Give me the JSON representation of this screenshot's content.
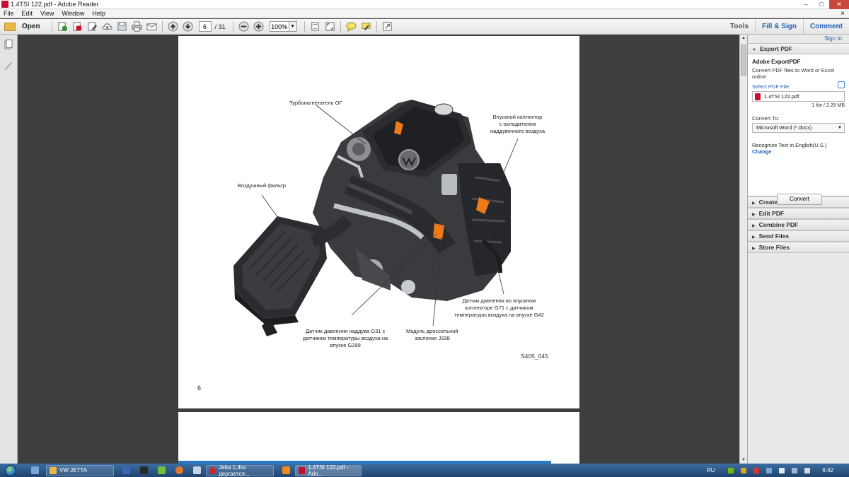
{
  "window": {
    "title": "1.4TSI 122.pdf - Adobe Reader",
    "min": "–",
    "max": "□",
    "close": "✕"
  },
  "menu": {
    "items": [
      "File",
      "Edit",
      "View",
      "Window",
      "Help"
    ],
    "close_doc": "×"
  },
  "toolbar": {
    "open_label": "Open",
    "page_current": "6",
    "page_total": "/ 31",
    "zoom": "100%",
    "tabs": {
      "tools": "Tools",
      "fill_sign": "Fill & Sign",
      "comment": "Comment"
    }
  },
  "document": {
    "labels": {
      "turbo": "Турбонагнетатель ОГ",
      "intake": "Впускной коллектор\nс охладителем\nнаддувочного воздуха",
      "air_filter": "Воздушный фильтр",
      "sensor_g71": "Датчик давления во впускном\nколлекторе G71 с датчиком\nтемпературы воздуха на впуске G42",
      "throttle": "Модуль дроссельной\nзаслонки J338",
      "sensor_g31": "Датчик давления наддува G31 с\nдатчиком температуры воздуха на\nвпуске G299"
    },
    "figure_id": "S405_045",
    "page_number": "6"
  },
  "right_panel": {
    "sign_in": "Sign In",
    "export_pdf": "Export PDF",
    "service": "Adobe ExportPDF",
    "description": "Convert PDF files to Word or Excel online.",
    "select_file_label": "Select PDF File:",
    "file_name": "1.4TSI 122.pdf",
    "file_count": "1 file / 2.28 MB",
    "convert_to_label": "Convert To:",
    "convert_to_value": "Microsoft Word (*.docx)",
    "recognize": "Recognize Text in English(U.S.)",
    "change": "Change",
    "convert_button": "Convert",
    "sections": [
      "Create PDF",
      "Edit PDF",
      "Combine PDF",
      "Send Files",
      "Store Files"
    ]
  },
  "taskbar": {
    "tasks": [
      "VW JETTA",
      "Jetta 1,4tsi дергается...",
      "1.4TSI 122.pdf - Ado..."
    ],
    "lang": "RU",
    "clock": "6:42"
  },
  "colors": {
    "accent": "#2462b5",
    "highlight_orange": "#f07a1a",
    "taskbar": "#2a5a8c"
  }
}
